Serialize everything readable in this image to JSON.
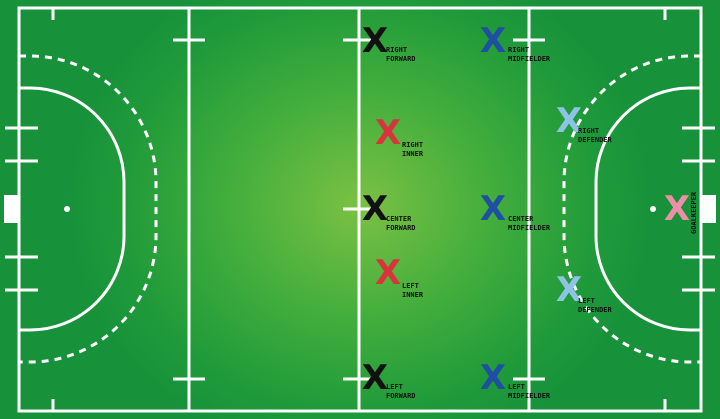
{
  "colors": {
    "forward": "#111111",
    "inner": "#d8343c",
    "midfielder": "#1f4fa3",
    "defender": "#8fc3e6",
    "goalkeeper": "#ee8fa8",
    "lines": "#ffffff"
  },
  "positions": {
    "right_forward": "RIGHT\nFORWARD",
    "right_inner": "RIGHT\nINNER",
    "center_forward": "CENTER\nFORWARD",
    "left_inner": "LEFT\nINNER",
    "left_forward": "LEFT\nFORWARD",
    "right_midfielder": "RIGHT\nMIDFIELDER",
    "center_midfielder": "CENTER\nMIDFIELDER",
    "left_midfielder": "LEFT\nMIDFIELDER",
    "right_defender": "RIGHT\nDEFENDER",
    "left_defender": "LEFT\nDEFENDER",
    "goalkeeper": "GOALKEEPER"
  },
  "marker_symbol": "X"
}
